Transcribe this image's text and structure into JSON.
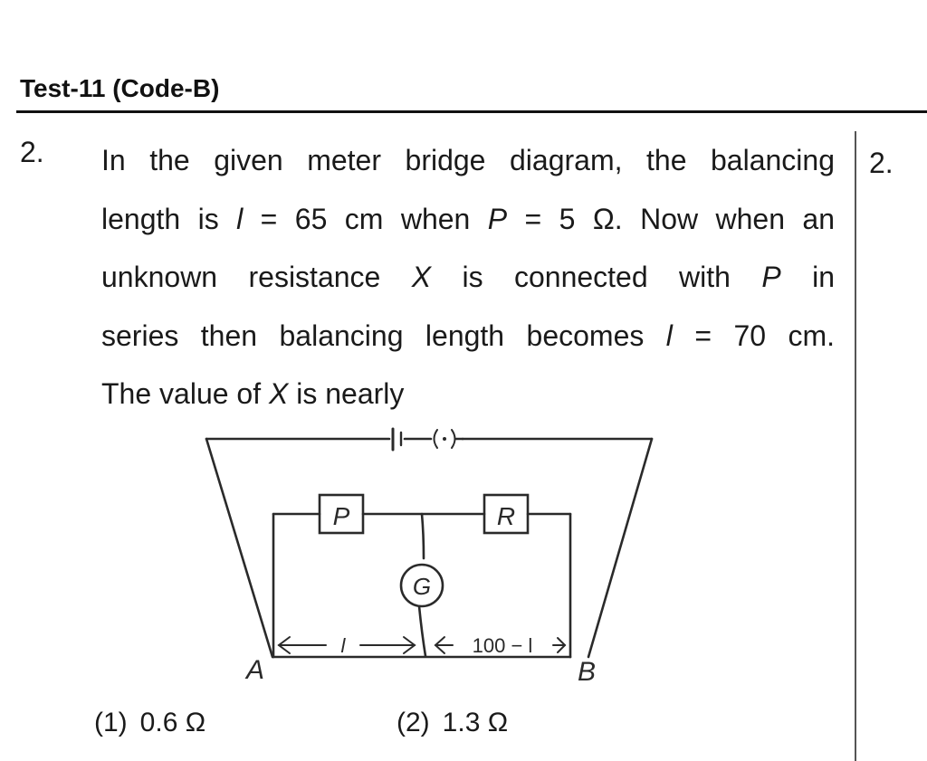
{
  "header": {
    "title": "Test-11 (Code-B)"
  },
  "question": {
    "number": "2.",
    "number_right_column": "2.",
    "lines": [
      [
        "In the given meter bridge diagram, the balancing"
      ],
      [
        "length is ",
        {
          "i": "l"
        },
        " = 65 cm when ",
        {
          "i": "P"
        },
        " = 5 Ω. Now when an"
      ],
      [
        "unknown resistance ",
        {
          "i": "X"
        },
        " is connected with ",
        {
          "i": "P"
        },
        " in"
      ],
      [
        "series then balancing length becomes ",
        {
          "i": "l"
        },
        " = 70 cm."
      ],
      [
        "The value of ",
        {
          "i": "X"
        },
        " is nearly"
      ]
    ]
  },
  "diagram": {
    "labels": {
      "resistor_left": "P",
      "resistor_right": "R",
      "galvanometer": "G",
      "end_left": "A",
      "end_right": "B",
      "length_left": "l",
      "length_right": "100 − l",
      "key": "(•)"
    },
    "components": [
      "cell-icon",
      "key-icon",
      "resistor-p",
      "resistor-r",
      "galvanometer",
      "jockey",
      "meter-wire"
    ]
  },
  "options": [
    {
      "number": "(1)",
      "value": "0.6 Ω"
    },
    {
      "number": "(2)",
      "value": "1.3 Ω"
    }
  ]
}
